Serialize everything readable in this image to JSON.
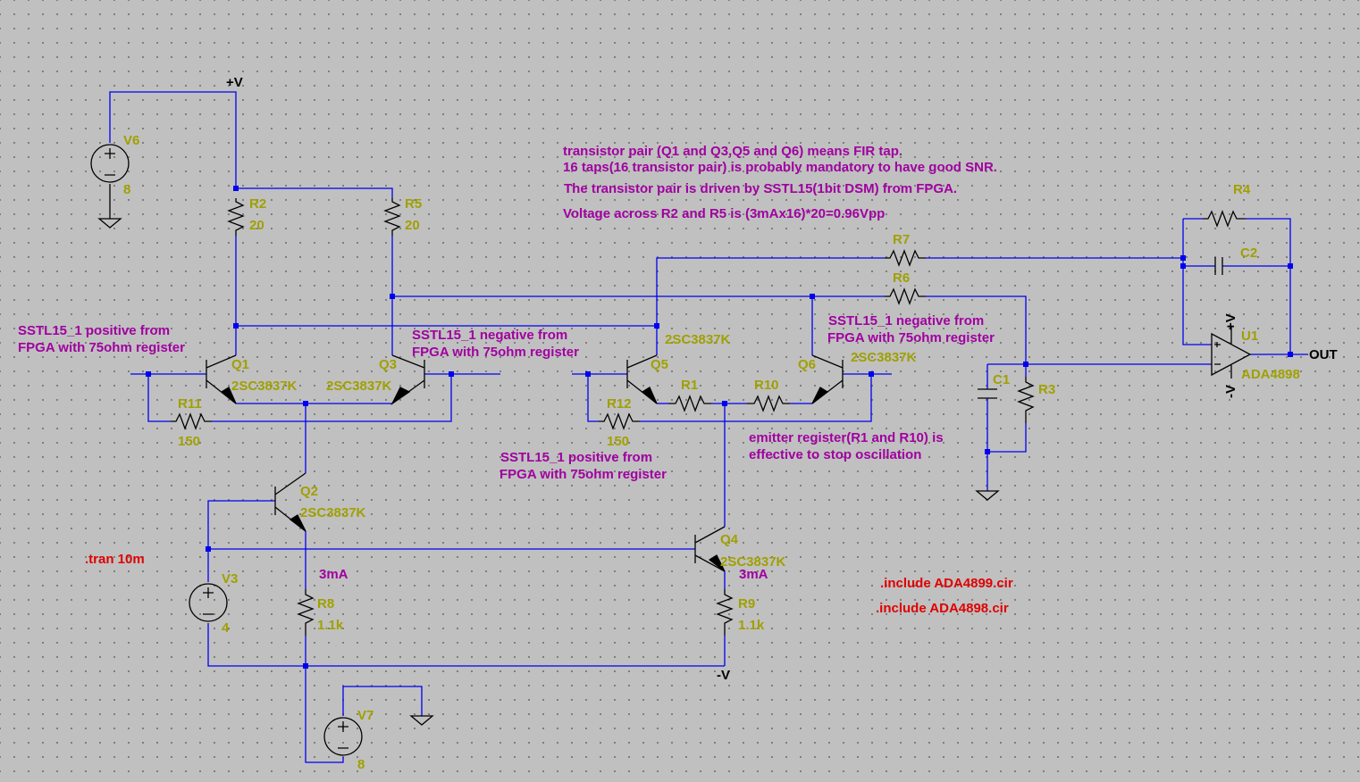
{
  "colors": {
    "background": "#c0c0c0",
    "wire": "#0000f0",
    "component": "#000000",
    "component_label": "#a0a000",
    "comment": "#a000a0",
    "directive": "#e00000",
    "net_label": "#000000"
  },
  "nets": {
    "vplus": "+V",
    "vminus": "-V",
    "out": "OUT"
  },
  "components": {
    "v6": {
      "name": "V6",
      "value": "8"
    },
    "v3": {
      "name": "V3",
      "value": "4"
    },
    "v7": {
      "name": "V7",
      "value": "8"
    },
    "r2": {
      "name": "R2",
      "value": "20"
    },
    "r5": {
      "name": "R5",
      "value": "20"
    },
    "r11": {
      "name": "R11",
      "value": "150"
    },
    "r12": {
      "name": "R12",
      "value": "150"
    },
    "r1": {
      "name": "R1"
    },
    "r10": {
      "name": "R10"
    },
    "r8": {
      "name": "R8",
      "value": "1.1k"
    },
    "r9": {
      "name": "R9",
      "value": "1.1k"
    },
    "r7": {
      "name": "R7"
    },
    "r6": {
      "name": "R6"
    },
    "r4": {
      "name": "R4"
    },
    "r3": {
      "name": "R3"
    },
    "c1": {
      "name": "C1"
    },
    "c2": {
      "name": "C2"
    },
    "q1": {
      "name": "Q1",
      "model": "2SC3837K"
    },
    "q2": {
      "name": "Q2",
      "model": "2SC3837K"
    },
    "q3": {
      "name": "Q3",
      "model": "2SC3837K"
    },
    "q4": {
      "name": "Q4",
      "model": "2SC3837K"
    },
    "q5": {
      "name": "Q5",
      "model": "2SC3837K"
    },
    "q6": {
      "name": "Q6",
      "model": "2SC3837K"
    },
    "u1": {
      "name": "U1",
      "model": "ADA4898",
      "pin_vp": "+V",
      "pin_vm": "-V"
    }
  },
  "comments": {
    "note1": "transistor pair (Q1 and Q3,Q5 and Q6) means FIR tap.",
    "note2": "16 taps(16 transistor pair) is probably mandatory to have good SNR.",
    "note3": "The transistor pair is driven by SSTL15(1bit DSM) from FPGA.",
    "note4": "Voltage across R2 and R5 is (3mAx16)*20=0.96Vpp",
    "q1_in_l1": "SSTL15_1 positive from",
    "q1_in_l2": "FPGA with 75ohm register",
    "q3_in_l1": "SSTL15_1 negative from",
    "q3_in_l2": "FPGA with 75ohm register",
    "q5_in_l1": "SSTL15_1 positive from",
    "q5_in_l2": "FPGA with 75ohm register",
    "q6_in_l1": "SSTL15_1 negative from",
    "q6_in_l2": "FPGA with 75ohm register",
    "emitter_l1": "emitter register(R1 and R10) is",
    "emitter_l2": "effective to stop oscillation",
    "current1": "3mA",
    "current2": "3mA"
  },
  "directives": {
    "tran": ".tran 10m",
    "include1": ".include ADA4899.cir",
    "include2": ".include ADA4898.cir"
  }
}
